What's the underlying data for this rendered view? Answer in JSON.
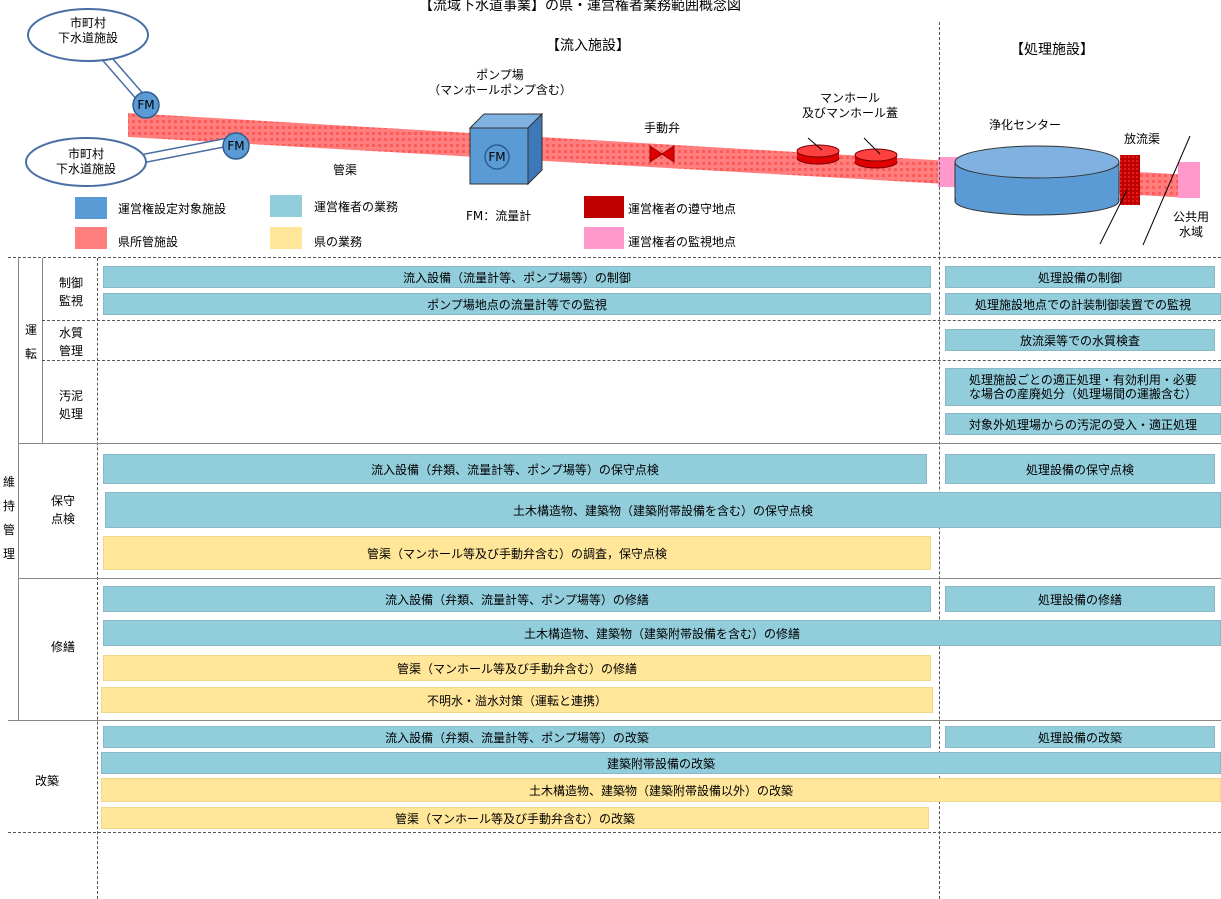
{
  "title": "【流域下水道事業】の県・運営権者業務範囲概念図",
  "sections": {
    "inflow": "【流入施設】",
    "treatment": "【処理施設】"
  },
  "diagram": {
    "municipal_top": [
      "市町村",
      "下水道施設"
    ],
    "municipal_bottom": [
      "市町村",
      "下水道施設"
    ],
    "fm": "FM",
    "pump_station": [
      "ポンプ場",
      "（マンホールポンプ含む）"
    ],
    "manual_valve": "手動弁",
    "manhole": [
      "マンホール",
      "及びマンホール蓋"
    ],
    "pipe": "管渠",
    "treatment_center": "浄化センター",
    "outfall": "放流渠",
    "public_water": [
      "公共用",
      "水域"
    ]
  },
  "legend": {
    "target_facility": "運営権設定対象施設",
    "pref_facility": "県所管施設",
    "operator_work": "運営権者の業務",
    "pref_work": "県の業務",
    "fm_note": "FM：流量計",
    "compliance_point": "運営権者の遵守地点",
    "monitoring_point": "運営権者の監視地点"
  },
  "categories": {
    "maintenance": [
      "維",
      "持",
      "管",
      "理"
    ],
    "operation": [
      "運",
      "転"
    ],
    "control": [
      "制御",
      "監視"
    ],
    "water_quality": [
      "水質",
      "管理"
    ],
    "sludge": [
      "汚泥",
      "処理"
    ],
    "inspection": [
      "保守",
      "点検"
    ],
    "repair": "修繕",
    "renovation": "改築"
  },
  "rows": {
    "control_1": "流入設備（流量計等、ポンプ場等）の制御",
    "control_1r": "処理設備の制御",
    "control_2": "ポンプ場地点の流量計等での監視",
    "control_2r": "処理施設地点での計装制御装置での監視",
    "water_r": "放流渠等での水質検査",
    "sludge_1r": [
      "処理施設ごとの適正処理・有効利用・必要",
      "な場合の産廃処分（処理場間の運搬含む）"
    ],
    "sludge_2r": "対象外処理場からの汚泥の受入・適正処理",
    "insp_1": "流入設備（弁類、流量計等、ポンプ場等）の保守点検",
    "insp_1r": "処理設備の保守点検",
    "insp_2": "土木構造物、建築物（建築附帯設備を含む）の保守点検",
    "insp_3": "管渠（マンホール等及び手動弁含む）の調査，保守点検",
    "rep_1": "流入設備（弁類、流量計等、ポンプ場等）の修繕",
    "rep_1r": "処理設備の修繕",
    "rep_2": "土木構造物、建築物（建築附帯設備を含む）の修繕",
    "rep_3": "管渠（マンホール等及び手動弁含む）の修繕",
    "rep_4": "不明水・溢水対策（運転と連携）",
    "ren_1": "流入設備（弁類、流量計等、ポンプ場等）の改築",
    "ren_1r": "処理設備の改築",
    "ren_2": "建築附帯設備の改築",
    "ren_3": "土木構造物、建築物（建築附帯設備以外）の改築",
    "ren_4": "管渠（マンホール等及び手動弁含む）の改築"
  },
  "colors": {
    "operator": "#92CDDC",
    "prefecture": "#FFE699",
    "target_facility": "#5B9BD5",
    "pref_facility": "#FF6B6B",
    "compliance": "#C00000",
    "monitoring": "#FF99CC"
  }
}
